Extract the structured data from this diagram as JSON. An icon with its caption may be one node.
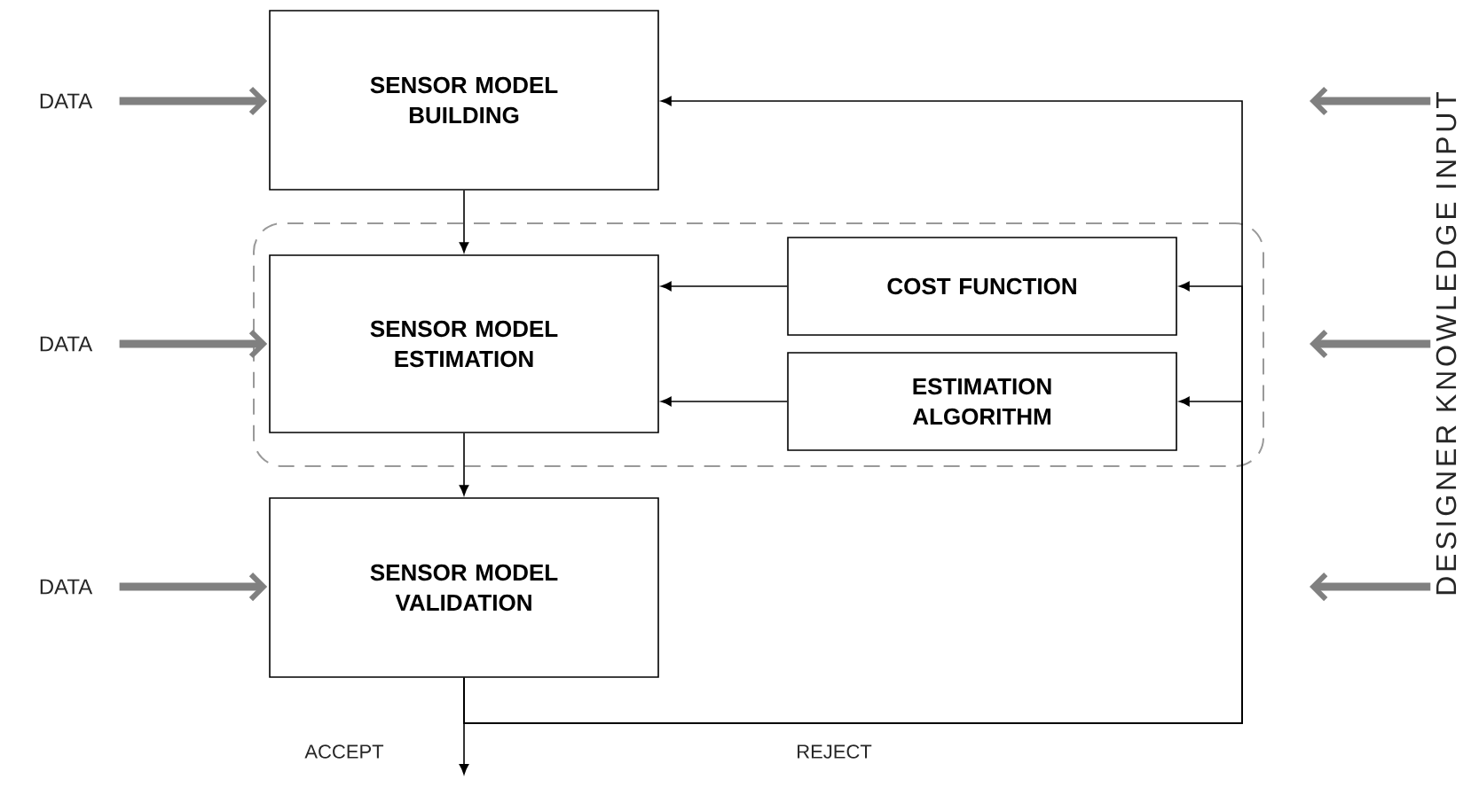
{
  "diagram": {
    "nodes": [
      {
        "text": [
          "DATA"
        ]
      },
      {
        "text": [
          "SENSOR MODEL BUILDING"
        ]
      },
      {
        "text": [],
        "shape": "box"
      },
      {
        "text": [
          "DATA"
        ]
      },
      {
        "text": [
          "SENSOR MODEL ESTIMATION"
        ],
        "in": 2
      },
      {
        "text": [
          "COST FUNCTION"
        ],
        "in": 2
      },
      {
        "text": [
          "ESTIMATION ALGORITHM"
        ],
        "in": 2
      },
      {
        "text": [
          "DATA"
        ]
      },
      {
        "text": [
          "SENSOR MODEL VALIDATION"
        ]
      },
      {
        "text": [
          "DESIGNER KNOWLEDGE INPUT"
        ]
      }
    ],
    "edges": [
      {
        "from": 0,
        "to": 1,
        "arrow": "to",
        "style": "thick",
        "color": "#808080"
      },
      {
        "from": 3,
        "to": 4,
        "arrow": "to",
        "style": "thick",
        "color": "#808080"
      },
      {
        "from": 7,
        "to": 8,
        "arrow": "to",
        "style": "thick",
        "color": "#808080"
      },
      {
        "from": 9,
        "to": null,
        "arrow": "to",
        "style": "thick",
        "color": "#808080"
      },
      {
        "from": 9,
        "to": null,
        "arrow": "to",
        "style": "thick",
        "color": "#808080"
      },
      {
        "from": 9,
        "to": null,
        "arrow": "to",
        "style": "thick",
        "color": "#808080"
      },
      {
        "from": 1,
        "to": 4,
        "arrow": "to"
      },
      {
        "from": 4,
        "to": 8,
        "arrow": "to"
      },
      {
        "from": 5,
        "to": 4,
        "arrow": "to"
      },
      {
        "from": 6,
        "to": 4,
        "arrow": "to"
      },
      {
        "from": 8,
        "to": null,
        "arrow": "to",
        "label": "ACCEPT"
      },
      {
        "from": 8,
        "to": 1,
        "arrow": "to",
        "label": "REJECT"
      },
      {
        "from": 8,
        "to": 5,
        "arrow": "to"
      },
      {
        "from": 8,
        "to": 6,
        "arrow": "to"
      }
    ]
  }
}
